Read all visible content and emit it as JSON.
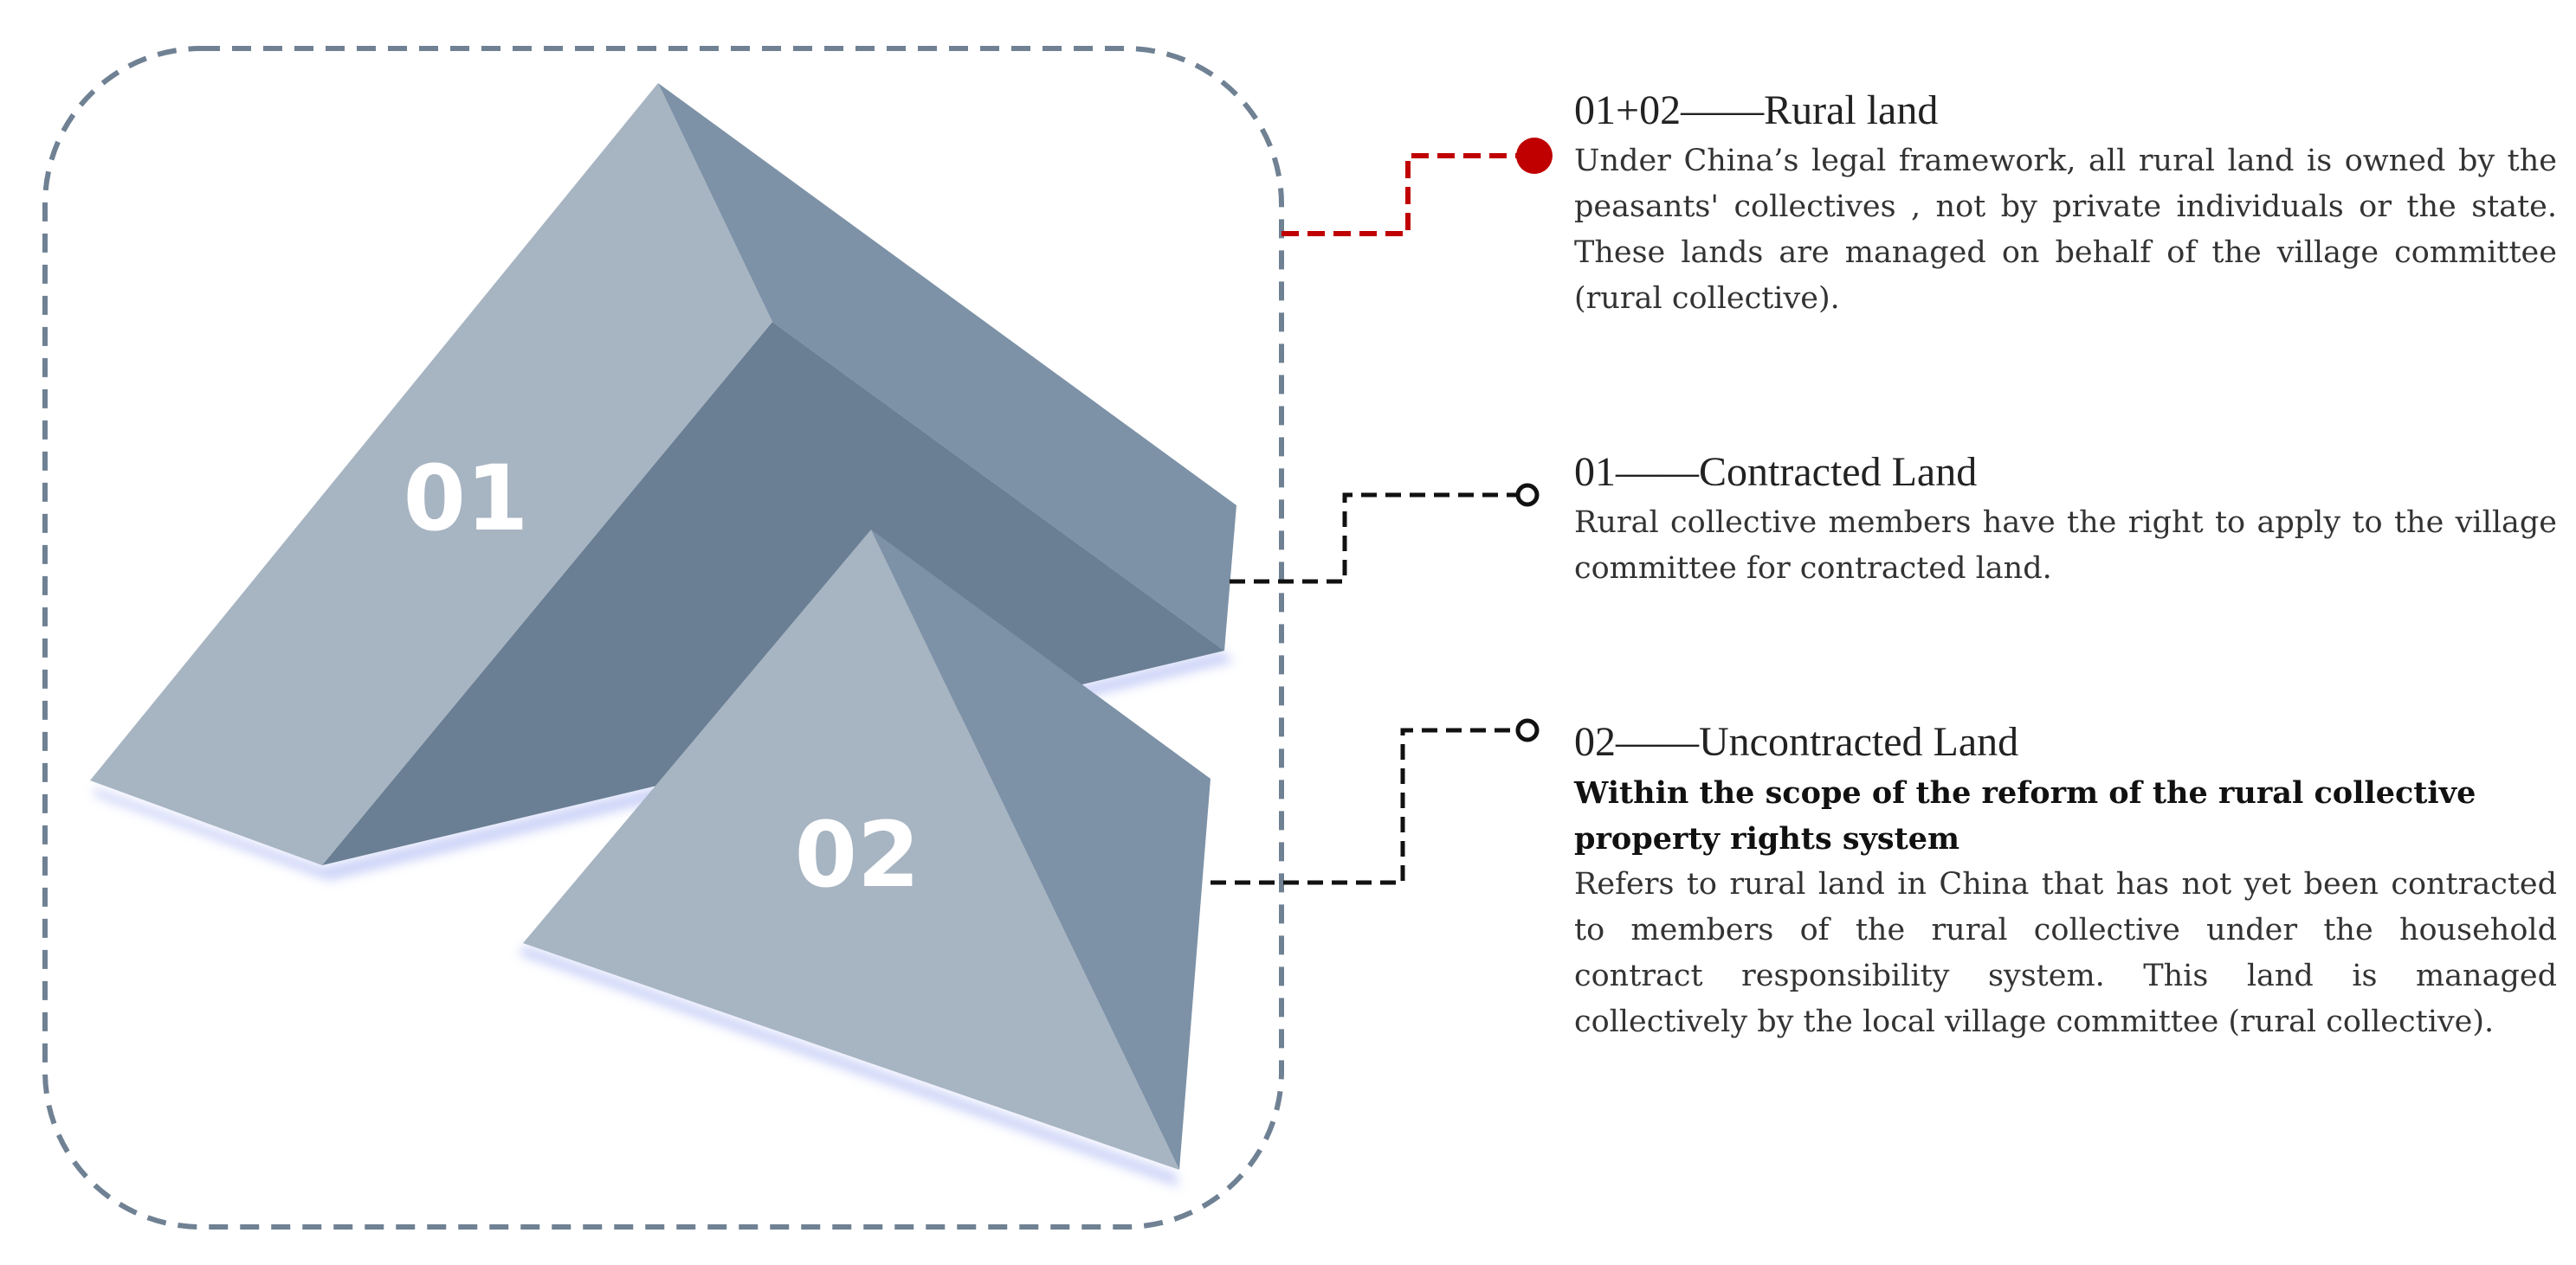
{
  "diagram": {
    "shapes": [
      {
        "label": "01"
      },
      {
        "label": "02"
      }
    ],
    "entries": [
      {
        "title": "01+02——Rural land",
        "text": "Under China’s legal framework, all rural land is owned by the peasants' collectives , not by private individuals or the state. These lands are managed on behalf of the village committee (rural collective)."
      },
      {
        "title": "01——Contracted Land",
        "text": "Rural collective members have the right to apply to the village committee for contracted land."
      },
      {
        "title": "02——Uncontracted Land",
        "bold_text": "Within the scope of the reform of the rural collective property rights system",
        "text": "Refers to rural land in China that has not yet been contracted to members of the rural collective under the household contract responsibility system. This land is managed collectively by the local village committee (rural collective)."
      }
    ],
    "colors": {
      "border": "#6f8193",
      "face_light": "#a7b4c2",
      "face_mid": "#7d92a7",
      "face_dark": "#6a7f94",
      "shadow": "#c7cff7",
      "connector_primary": "#c00000",
      "connector_secondary": "#111111"
    }
  }
}
